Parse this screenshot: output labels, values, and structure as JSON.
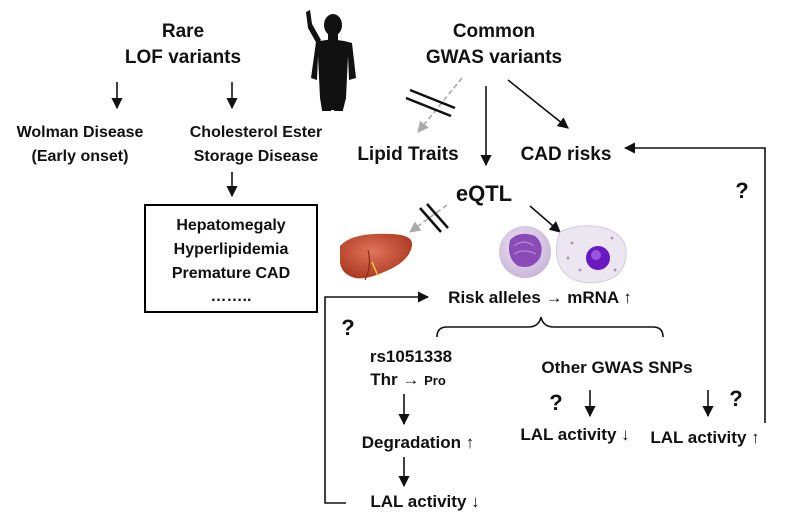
{
  "left": {
    "rare_line1": "Rare",
    "rare_line2": "LOF variants",
    "wolman_line1": "Wolman Disease",
    "wolman_line2": "(Early onset)",
    "cesd_line1": "Cholesterol Ester",
    "cesd_line2": "Storage Disease",
    "box": {
      "line1": "Hepatomegaly",
      "line2": "Hyperlipidemia",
      "line3": "Premature CAD",
      "line4": "……..",
      "border_color": "#000000"
    }
  },
  "top_right": {
    "common_line1": "Common",
    "common_line2": "GWAS variants",
    "lipid": "Lipid Traits",
    "cad": "CAD risks",
    "eqtl": "eQTL"
  },
  "middle": {
    "risk_alleles": "Risk alleles",
    "mrna": "mRNA",
    "up": "↑",
    "right_arrow": "→",
    "question": "?"
  },
  "bottom": {
    "rs_id": "rs1051338",
    "thr": "Thr",
    "pro": "Pro",
    "degradation": "Degradation",
    "lal": "LAL activity",
    "other_snps": "Other GWAS SNPs",
    "down": "↓"
  },
  "icons": {
    "person": "human-silhouette-icon",
    "liver": "liver-icon",
    "cell1": "monocyte-cell-icon",
    "cell2": "macrophage-cell-icon"
  },
  "colors": {
    "liver": "#c0482d",
    "cell_light": "#d9cbe4",
    "cell_dark": "#8a4bb8",
    "nucleus": "#7a22c8",
    "dashed_arrow": "#aaaaaa"
  }
}
